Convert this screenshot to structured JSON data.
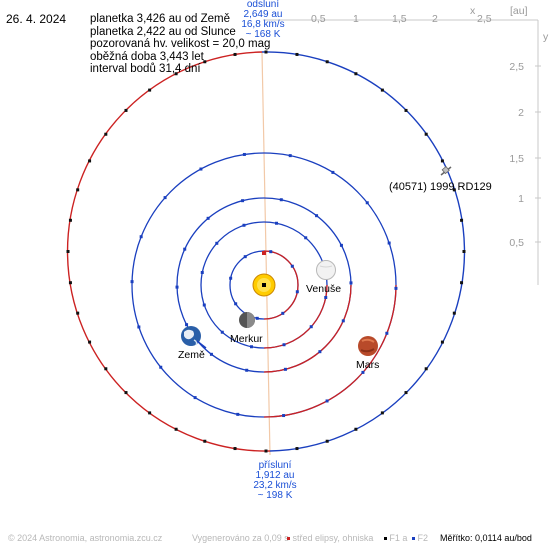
{
  "date": "26. 4. 2024",
  "info_lines": [
    "planetka 3,426 au od Země",
    "planetka 2,422 au od Slunce",
    "pozorovaná hv. velikost = 20,0 mag",
    "oběžná doba 3,443 let",
    "interval bodů 31,4 dní"
  ],
  "aphelion": {
    "label": "odsluní",
    "distance": "2,649 au",
    "speed": "16,8 km/s",
    "temp": "~ 168 K"
  },
  "perihelion": {
    "label": "přísluní",
    "distance": "1,912 au",
    "speed": "23,2 km/s",
    "temp": "~ 198 K"
  },
  "axis": {
    "unit": "[au]",
    "x_label": "x",
    "y_label": "y",
    "x_ticks": [
      "0,5",
      "1",
      "1,5",
      "2",
      "2,5"
    ],
    "y_ticks": [
      "2,5",
      "2",
      "1,5",
      "1",
      "0,5"
    ]
  },
  "asteroid_name": "(40571) 1999 RD129",
  "planets": {
    "mercury": "Merkur",
    "venus": "Venuše",
    "earth": "Země",
    "mars": "Mars"
  },
  "footer": {
    "copyright": "© 2024 Astronomia, astronomia.zcu.cz",
    "generated": "Vygenerováno za 0,09 s",
    "legend_center": "střed elipsy, ohniska",
    "f1": "F1 a",
    "f2": "F2",
    "scale": "Měřítko: 0,0114 au/bod"
  },
  "colors": {
    "orbit_blue": "#1a3fbf",
    "orbit_red": "#cc2222",
    "sun": "#ffcc00",
    "axis_gray": "#bbbbbb",
    "apsis_line": "#f2c9a8"
  }
}
